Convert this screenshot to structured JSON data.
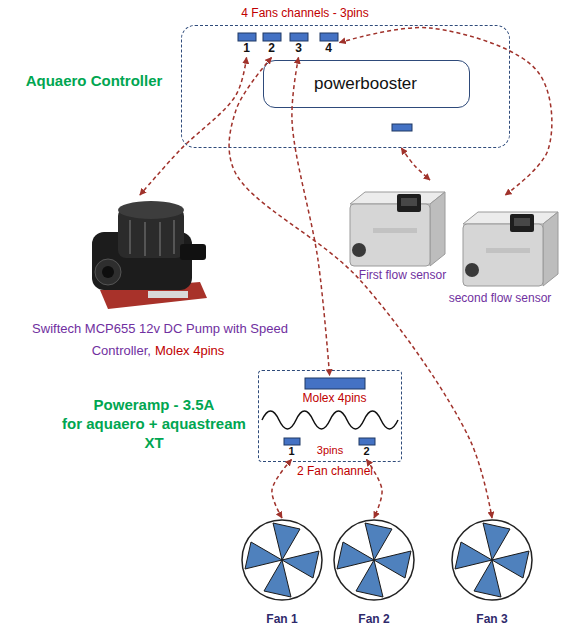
{
  "diagram": {
    "nodes": [
      {
        "text": [
          "Aquaero Controller"
        ]
      },
      {
        "text": [
          "1"
        ],
        "in": 0
      },
      {
        "text": [
          "2"
        ],
        "in": 0
      },
      {
        "text": [
          "3"
        ],
        "in": 0
      },
      {
        "text": [
          "4"
        ],
        "in": 0
      },
      {
        "text": [
          "powerbooster"
        ],
        "in": 0
      },
      {
        "text": [
          "Swiftech MCP655 12v DC Pump with Speed Controller,",
          "Molex 4pins"
        ]
      },
      {
        "text": [
          "First flow sensor"
        ]
      },
      {
        "text": [
          "second flow sensor"
        ]
      },
      {
        "text": [
          "Poweramp - 3.5A",
          "for aquaero + aquastream XT"
        ]
      },
      {
        "text": [
          "Molex 4pins"
        ],
        "in": 9
      },
      {
        "text": [
          "1"
        ],
        "in": 9
      },
      {
        "text": [
          "2"
        ],
        "in": 9
      },
      {
        "text": [
          "Fan 1"
        ]
      },
      {
        "text": [
          "Fan 2"
        ]
      },
      {
        "text": [
          "Fan 3"
        ]
      }
    ],
    "edges": [
      {
        "from": 1,
        "to": 6,
        "arrow": "both"
      },
      {
        "from": 2,
        "to": 15,
        "arrow": "both"
      },
      {
        "from": 3,
        "to": 10,
        "arrow": "both"
      },
      {
        "from": 4,
        "to": 8,
        "arrow": "both"
      },
      {
        "from": 0,
        "to": 7,
        "arrow": "both"
      },
      {
        "from": 11,
        "to": 13,
        "arrow": "both"
      },
      {
        "from": 12,
        "to": 14,
        "arrow": "both"
      }
    ],
    "labels": [
      "4 Fans channels - 3pins",
      "3pins",
      "2 Fan channel"
    ]
  }
}
